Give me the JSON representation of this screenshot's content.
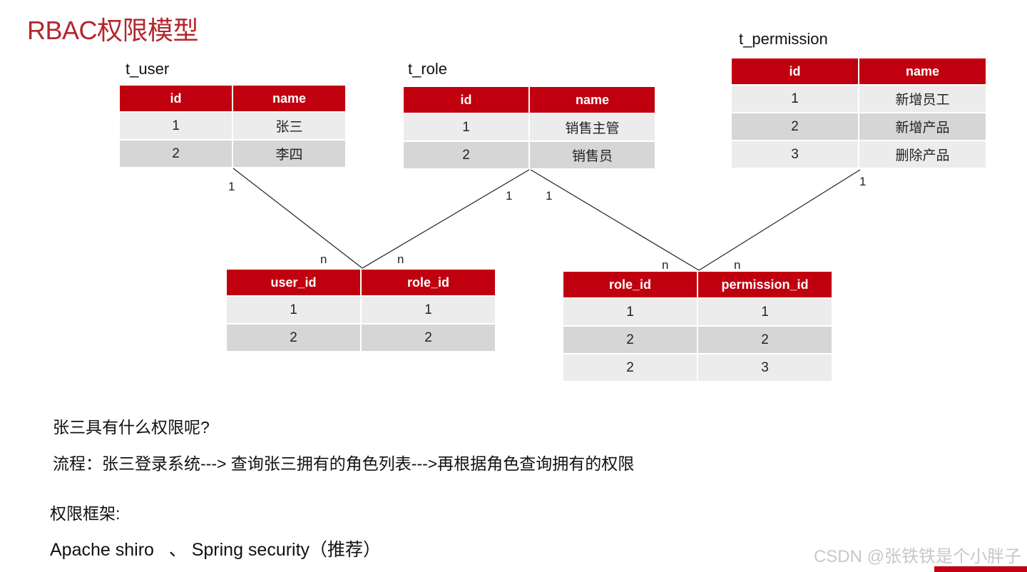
{
  "title": "RBAC权限模型",
  "header_labels": {
    "id": "id",
    "name": "name",
    "user_id": "user_id",
    "role_id": "role_id",
    "permission_id": "permission_id"
  },
  "t_user": {
    "name": "t_user",
    "rows": [
      {
        "id": "1",
        "name": "张三"
      },
      {
        "id": "2",
        "name": "李四"
      }
    ]
  },
  "t_role": {
    "name": "t_role",
    "rows": [
      {
        "id": "1",
        "name": "销售主管"
      },
      {
        "id": "2",
        "name": "销售员"
      }
    ]
  },
  "t_permission": {
    "name": "t_permission",
    "rows": [
      {
        "id": "1",
        "name": "新增员工"
      },
      {
        "id": "2",
        "name": "新增产品"
      },
      {
        "id": "3",
        "name": "删除产品"
      }
    ]
  },
  "user_role": {
    "rows": [
      {
        "user_id": "1",
        "role_id": "1"
      },
      {
        "user_id": "2",
        "role_id": "2"
      }
    ]
  },
  "role_permission": {
    "rows": [
      {
        "role_id": "1",
        "permission_id": "1"
      },
      {
        "role_id": "2",
        "permission_id": "2"
      },
      {
        "role_id": "2",
        "permission_id": "3"
      }
    ]
  },
  "cardinality": {
    "one": "1",
    "many": "n"
  },
  "notes": {
    "question": "张三具有什么权限呢?",
    "flow": "流程：张三登录系统---> 查询张三拥有的角色列表--->再根据角色查询拥有的权限",
    "frameworks_label": "权限框架:",
    "frameworks": "Apache shiro   、 Spring security（推荐）"
  },
  "watermark": "CSDN @张铁铁是个小胖子",
  "colors": {
    "header_red": "#c0000f",
    "title_red": "#b3262c",
    "row_light": "#ececec",
    "row_dark": "#d6d6d6"
  }
}
